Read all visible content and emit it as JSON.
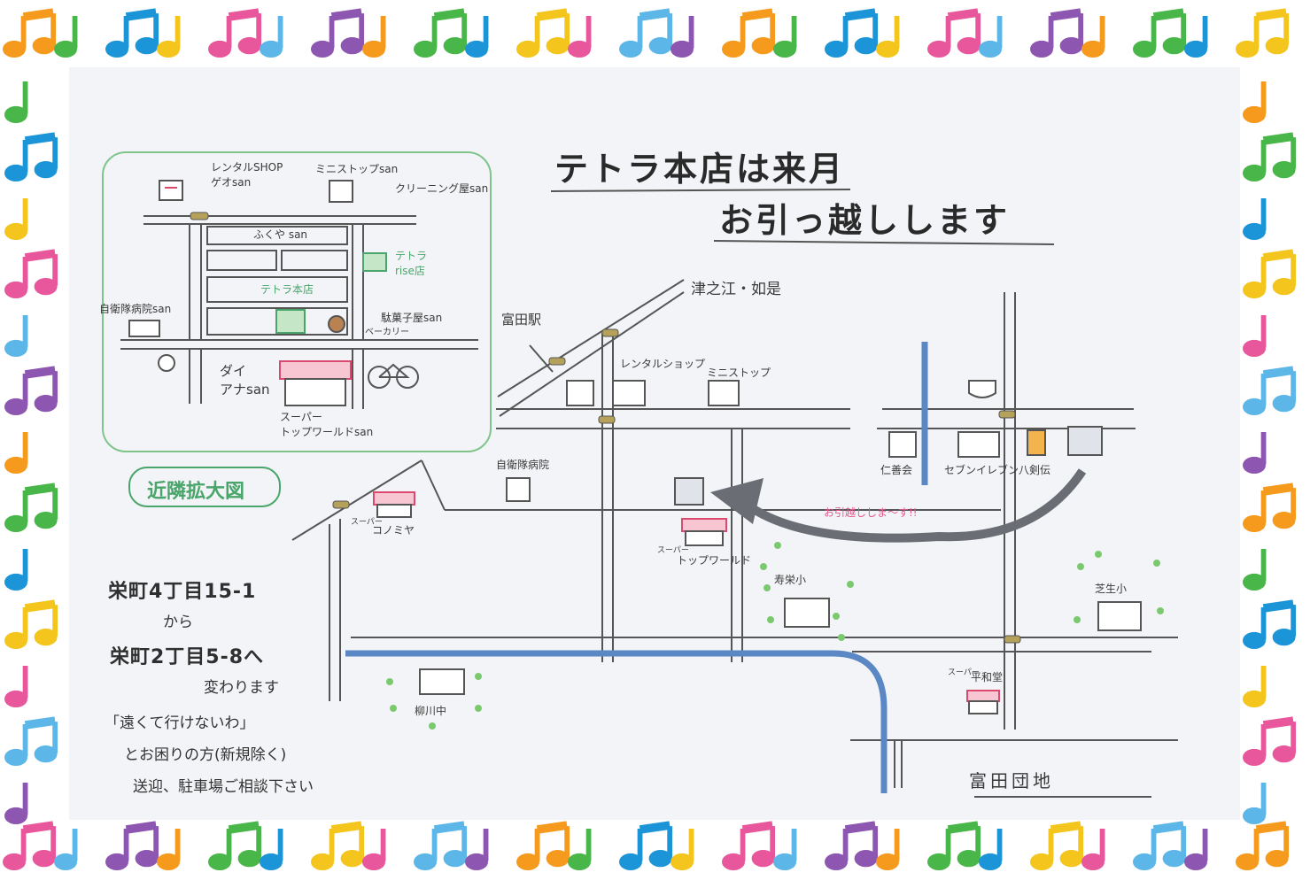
{
  "title": {
    "line1": "テトラ本店は来月",
    "line2": "お引っ越しします"
  },
  "inset": {
    "labels": {
      "rental_shop": "レンタルSHOP\nゲオsan",
      "ministop": "ミニストップsan",
      "cleaning": "クリーニング屋san",
      "fukuya": "ふくや san",
      "rise": "テトラ\nrise店",
      "honten": "テトラ本店",
      "dagashi": "駄菓子屋san",
      "bakery": "ベーカリー",
      "clinic": "自衛隊病院san",
      "daiana": "ダイ\nアナsan",
      "supermarket": "スーパー\nトップワールドsan"
    },
    "badge": "近隣拡大図"
  },
  "map": {
    "labels": {
      "station": "富田駅",
      "tsushima": "津之江・如是",
      "rental": "レンタルショップ",
      "ministop": "ミニストップ",
      "clinic": "自衛隊病院",
      "konomiya_prefix": "スーパー",
      "konomiya": "コノミヤ",
      "topworld_prefix": "スーパー",
      "topworld": "トップワールド",
      "jueishou": "寿栄小",
      "jinkai": "仁善会",
      "seven": "セブンイレブン",
      "hachikenya": "八剣伝",
      "moving": "お引越ししま〜す!!",
      "shibao": "芝生小",
      "yanagi": "柳川中",
      "heiwado_prefix": "スーパー",
      "heiwado": "平和堂",
      "danchi": "富田団地"
    }
  },
  "address": {
    "from": "栄町4丁目15-1",
    "from_suffix": "から",
    "to": "栄町2丁目5-8へ",
    "to_suffix": "変わります"
  },
  "notes": {
    "line1": "「遠くて行けないわ」",
    "line2": "とお困りの方(新規除く)",
    "line3": "送迎、駐車場ご相談下さい"
  },
  "colors": {
    "note_palette": [
      "#f59a1c",
      "#49b649",
      "#1c95d8",
      "#f3c51d",
      "#e8579b",
      "#5cb7e8",
      "#8d56b0"
    ],
    "road": "#555555",
    "river": "#5b88c4",
    "inset_border": "#7fc48a",
    "arrow": "#6a6d74",
    "store_awning": "#d94a6e"
  }
}
